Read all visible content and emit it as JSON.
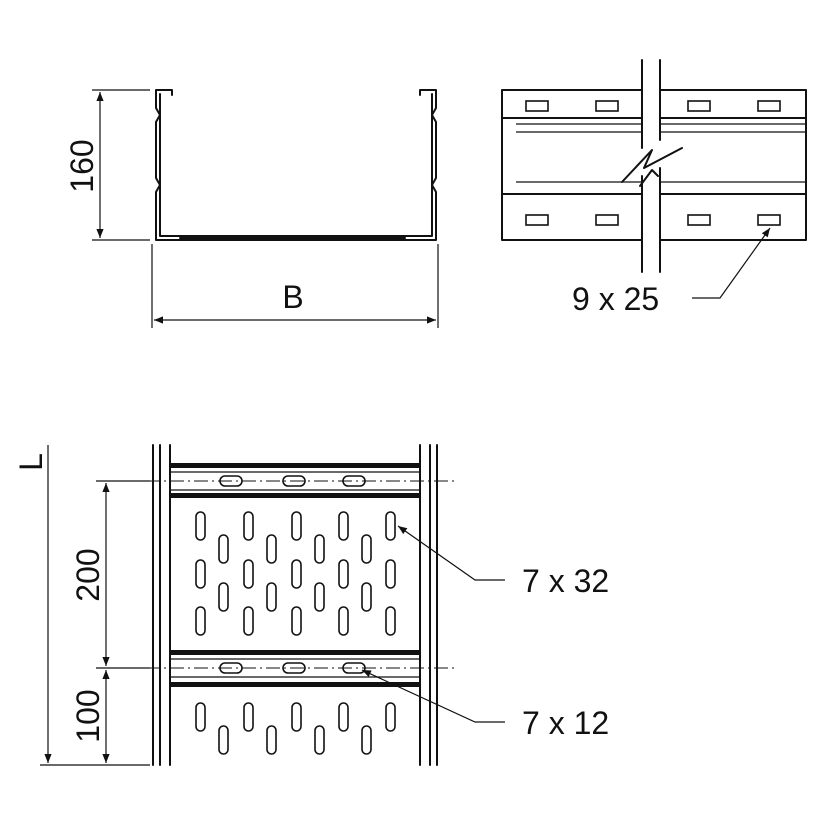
{
  "dimensions": {
    "height": "160",
    "width": "B",
    "length": "L",
    "pitch_long": "200",
    "pitch_short": "100"
  },
  "callouts": {
    "side_slot": "9 x 25",
    "base_slot": "7 x 32",
    "cross_slot": "7 x 12"
  },
  "colors": {
    "line": "#111111",
    "background": "#ffffff"
  }
}
